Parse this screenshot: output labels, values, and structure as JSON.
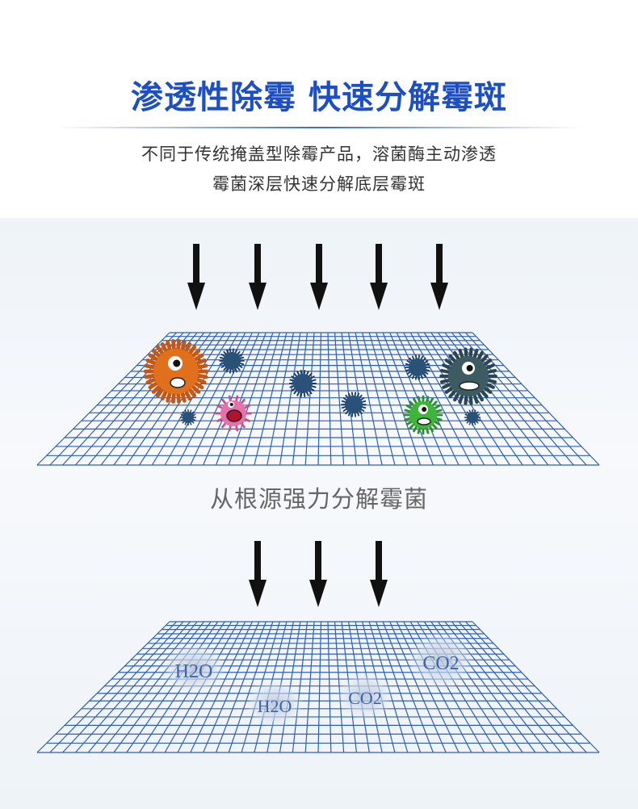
{
  "header": {
    "title": "渗透性除霉 快速分解霉斑",
    "subtitle_line1": "不同于传统掩盖型除霉产品，溶菌酶主动渗透",
    "subtitle_line2": "霉菌深层快速分解底层霉斑"
  },
  "middle": {
    "label": "从根源强力分解霉菌"
  },
  "molecules": [
    {
      "name": "h2o",
      "text": "H2O"
    },
    {
      "name": "h2o",
      "text": "H2O"
    },
    {
      "name": "co2",
      "text": "CO2"
    },
    {
      "name": "co2",
      "text": "CO2"
    }
  ],
  "colors": {
    "title": "#1d4fc4",
    "grid": "#2b5fb8",
    "arrow": "#111111"
  },
  "icons": [
    "down-arrow-icon",
    "mold-germ-icon",
    "water-molecule-icon",
    "carbon-dioxide-icon"
  ]
}
